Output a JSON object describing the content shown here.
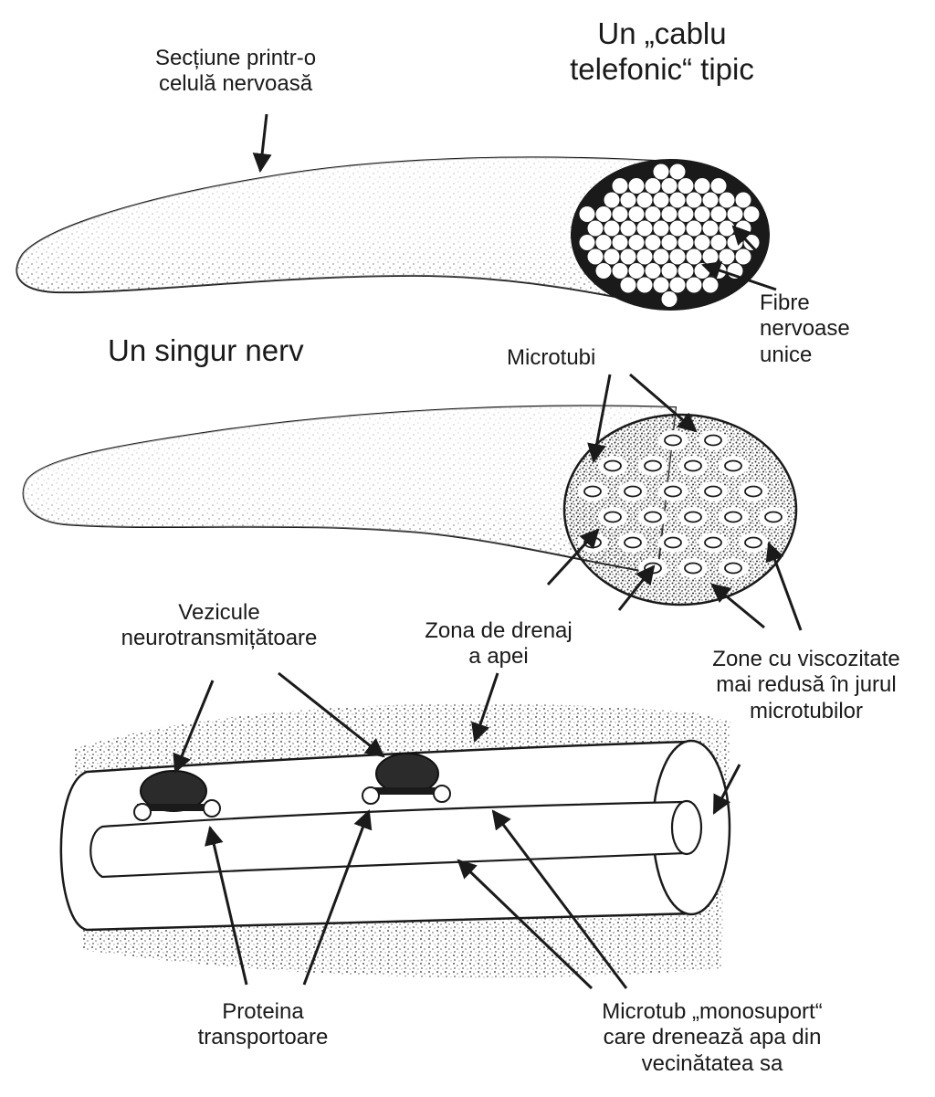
{
  "labels": {
    "section_cell": [
      "Secțiune printr-o",
      "celulă nervoasă"
    ],
    "telephone_cable": [
      "Un „cablu",
      "telefonic“ tipic"
    ],
    "nerve_fibers": [
      "Fibre",
      "nervoase",
      "unice"
    ],
    "single_nerve": "Un singur nerv",
    "microtubules": "Microtubi",
    "vesicles": [
      "Vezicule",
      "neurotransmițătoare"
    ],
    "drainage_zone": [
      "Zona de drenaj",
      "a apei"
    ],
    "low_viscosity": [
      "Zone cu viscozitate",
      "mai redusă în jurul",
      "microtubilor"
    ],
    "transport_protein": [
      "Proteina",
      "transportoare"
    ],
    "mono_microtubule": [
      "Microtub „monosuport“",
      "care drenează apa din",
      "vecinătatea sa"
    ]
  },
  "colors": {
    "ink": "#1a1a1a",
    "stipple": "#555555",
    "vesicle": "#2b2b2b",
    "background": "#ffffff"
  }
}
